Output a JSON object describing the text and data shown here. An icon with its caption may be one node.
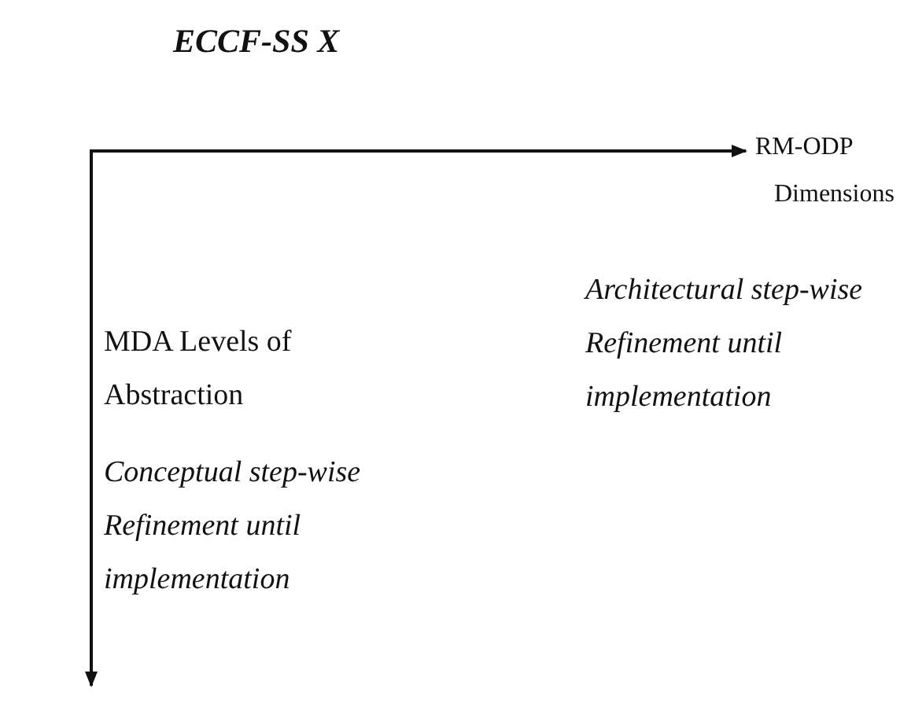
{
  "diagram": {
    "title": "ECCF-SS X",
    "labels": [
      "RM-ODP Dimensions",
      "Architectural step-wise Refinement until implementation",
      "MDA Levels of Abstraction",
      "Conceptual step-wise Refinement until implementation"
    ]
  }
}
